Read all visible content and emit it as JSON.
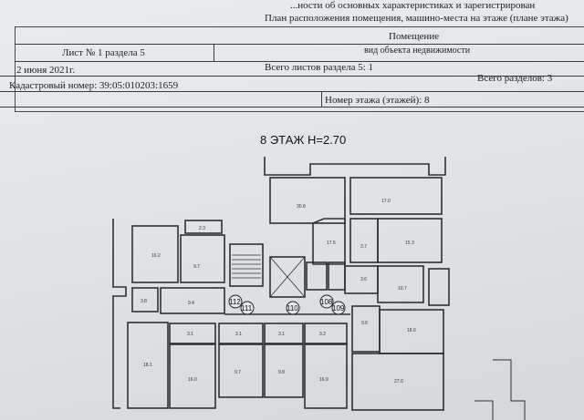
{
  "header": {
    "line1": "...ности об основных характеристиках и зарегистрирован",
    "line2": "План расположения помещения, машино-места на этаже (плане этажа)",
    "room_label": "Помещение",
    "object_type": "вид объекта недвижимости",
    "sheet_no": "Лист № 1 раздела 5",
    "total_sheets": "Всего листов раздела 5: 1",
    "total_sections": "Всего разделов: 3",
    "date": "2 июня 2021г.",
    "cadastral": "Кадастровый номер: 39:05:010203:1659",
    "floor_no": "Номер этажа (этажей): 8"
  },
  "plan": {
    "title": "8 ЭТАЖ  Н=2.70",
    "apartments": [
      "112",
      "111",
      "110",
      "108",
      "109"
    ]
  }
}
